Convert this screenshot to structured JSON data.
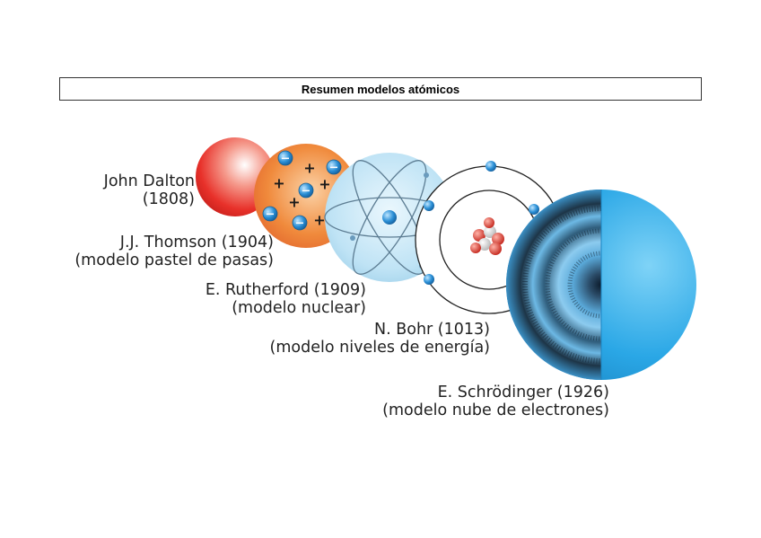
{
  "title": "Resumen modelos atómicos",
  "models": [
    {
      "name": "John Dalton",
      "detail": "(1808)"
    },
    {
      "name": "J.J. Thomson (1904)",
      "detail": "(modelo pastel de pasas)"
    },
    {
      "name": "E. Rutherford (1909)",
      "detail": "(modelo nuclear)"
    },
    {
      "name": "N. Bohr (1013)",
      "detail": "(modelo niveles de energía)"
    },
    {
      "name": "E. Schrödinger (1926)",
      "detail": "(modelo nube de electrones)"
    }
  ],
  "thomson_charges": [
    "−",
    "+",
    "−",
    "+",
    "−",
    "+",
    "−",
    "+",
    "−",
    "+"
  ],
  "colors": {
    "dalton": "#e8312a",
    "thomson": "#f08a3c",
    "rutherford": "#bfe3f5",
    "electron": "#2a8fd6",
    "schrodinger": "#2aa7e6",
    "proton": "#d93a2e",
    "neutron": "#e6e6e6"
  }
}
